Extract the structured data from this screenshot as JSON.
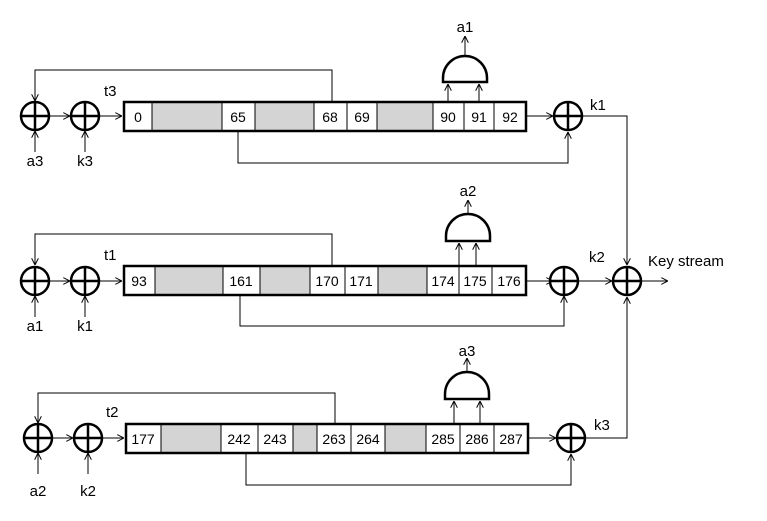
{
  "diagram": {
    "registers": [
      {
        "name": "t3",
        "cells": [
          "0",
          "65",
          "68",
          "69",
          "90",
          "91",
          "92"
        ],
        "in_a": "a3",
        "in_k": "k3",
        "out_k": "k1",
        "and_out": "a1"
      },
      {
        "name": "t1",
        "cells": [
          "93",
          "161",
          "170",
          "171",
          "174",
          "175",
          "176"
        ],
        "in_a": "a1",
        "in_k": "k1",
        "out_k": "k2",
        "and_out": "a2"
      },
      {
        "name": "t2",
        "cells": [
          "177",
          "242",
          "243",
          "263",
          "264",
          "285",
          "286",
          "287"
        ],
        "in_a": "a2",
        "in_k": "k2",
        "out_k": "k3",
        "and_out": "a3"
      }
    ],
    "output_label": "Key stream"
  }
}
